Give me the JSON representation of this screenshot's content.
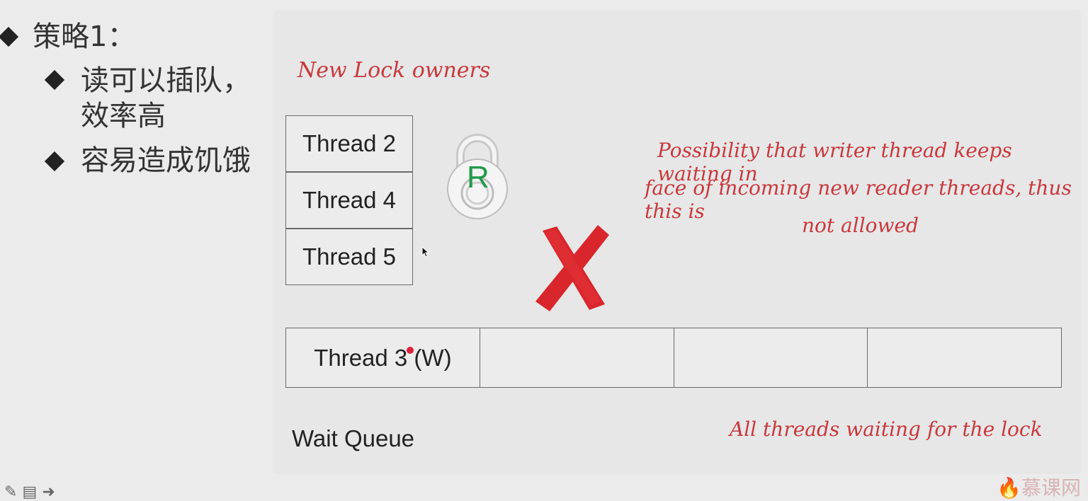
{
  "slide": {
    "heading": "策略1：",
    "bullets": [
      "读可以插队，",
      "效率高",
      "容易造成饥饿"
    ]
  },
  "diagram": {
    "owners_label": "New Lock owners",
    "owners": [
      "Thread 2",
      "Thread 4",
      "Thread 5"
    ],
    "lock_letter": "R",
    "note_lines": [
      "Possibility that writer thread keeps waiting in",
      "face of incoming new reader threads, thus this is",
      "not allowed"
    ],
    "queue": [
      "Thread 3 (W)",
      "",
      "",
      ""
    ],
    "queue_caption": "Wait Queue",
    "queue_note": "All threads waiting for the lock"
  },
  "brand": {
    "logo_text": "慕课网"
  },
  "colors": {
    "handwriting": "#c9383d",
    "lock_letter": "#1f9a4a",
    "cross": "#d8262c"
  }
}
